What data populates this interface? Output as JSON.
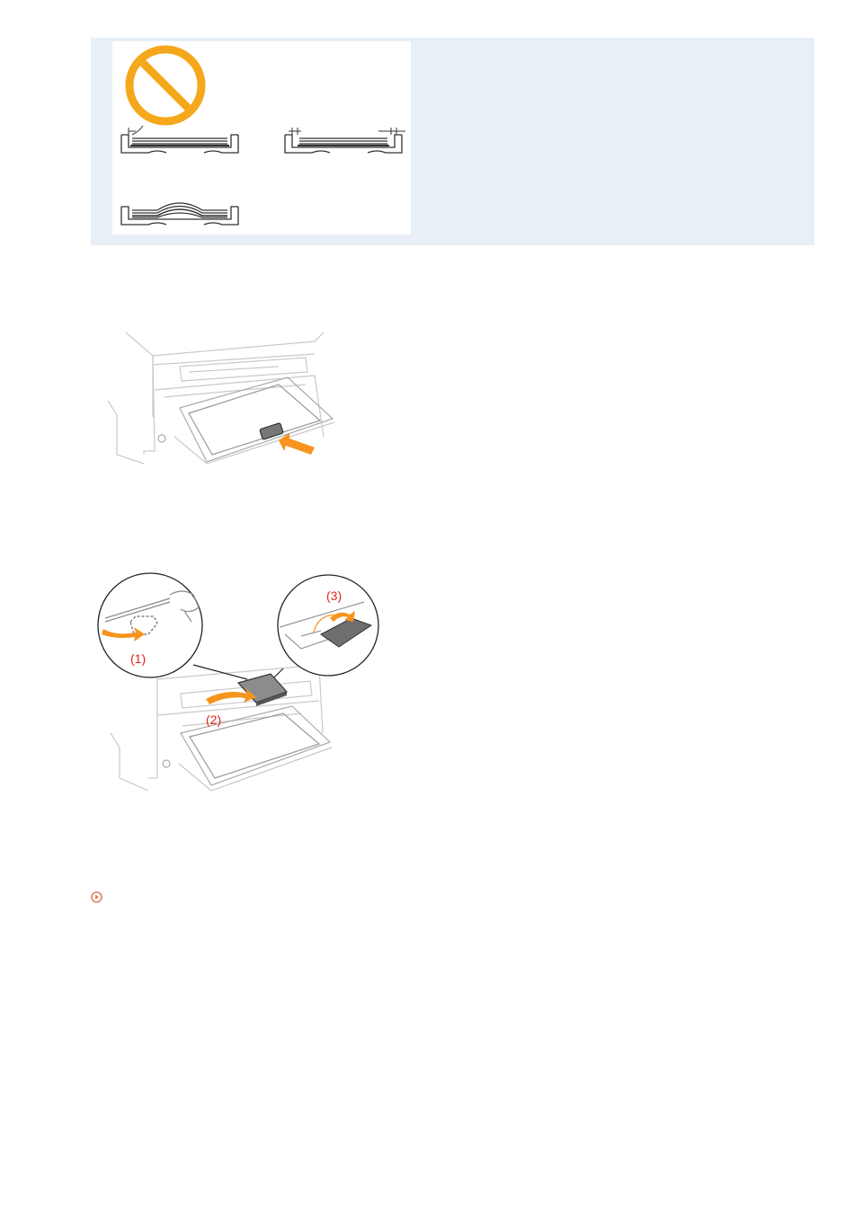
{
  "note": {
    "colors": {
      "background": "#e9eff6",
      "prohibited": "#f5a81c"
    },
    "prohibited_icon": "prohibited-icon"
  },
  "figure_guides": {
    "arrow_color": "#f7941d"
  },
  "figure_output_tray": {
    "labels": [
      "(1)",
      "(2)",
      "(3)"
    ],
    "label_color": "#e2231a",
    "arrow_color": "#f7941d"
  },
  "related_link": {
    "icon": "play-circle-icon",
    "icon_color": "#e0825c",
    "text": ""
  }
}
